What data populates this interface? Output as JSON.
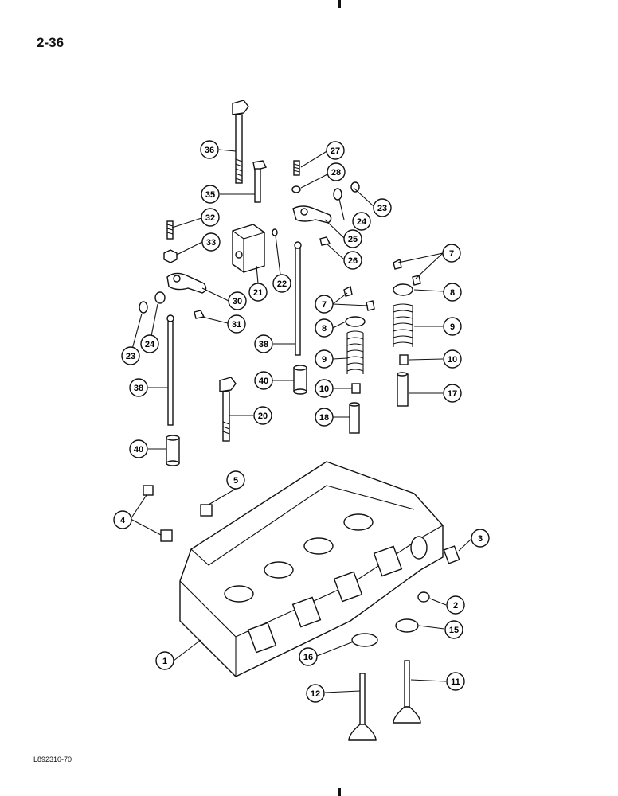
{
  "page": {
    "number": "2-36",
    "doc_ref": "L892310-70"
  },
  "callouts": [
    {
      "label": "36"
    },
    {
      "label": "27"
    },
    {
      "label": "28"
    },
    {
      "label": "35"
    },
    {
      "label": "23"
    },
    {
      "label": "24"
    },
    {
      "label": "32"
    },
    {
      "label": "25"
    },
    {
      "label": "33"
    },
    {
      "label": "26"
    },
    {
      "label": "7"
    },
    {
      "label": "21"
    },
    {
      "label": "22"
    },
    {
      "label": "8"
    },
    {
      "label": "30"
    },
    {
      "label": "7"
    },
    {
      "label": "31"
    },
    {
      "label": "8"
    },
    {
      "label": "9"
    },
    {
      "label": "23"
    },
    {
      "label": "24"
    },
    {
      "label": "38"
    },
    {
      "label": "9"
    },
    {
      "label": "10"
    },
    {
      "label": "40"
    },
    {
      "label": "38"
    },
    {
      "label": "10"
    },
    {
      "label": "17"
    },
    {
      "label": "20"
    },
    {
      "label": "18"
    },
    {
      "label": "40"
    },
    {
      "label": "5"
    },
    {
      "label": "4"
    },
    {
      "label": "3"
    },
    {
      "label": "2"
    },
    {
      "label": "15"
    },
    {
      "label": "1"
    },
    {
      "label": "16"
    },
    {
      "label": "11"
    },
    {
      "label": "12"
    }
  ]
}
